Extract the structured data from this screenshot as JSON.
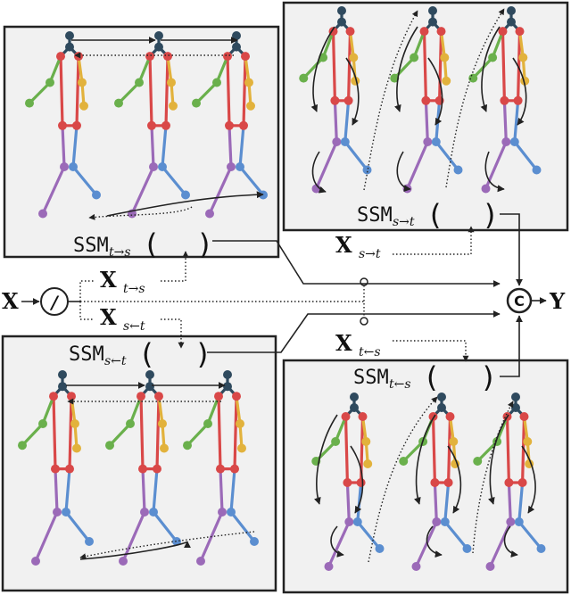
{
  "input": {
    "symbol": "X",
    "operator": "/"
  },
  "output": {
    "symbol": "Y",
    "concat": "C"
  },
  "blocks": {
    "t_to_s": {
      "op": "SSM",
      "sub": "t→s"
    },
    "s_to_t": {
      "op": "SSM",
      "sub": "s→t"
    },
    "s_from_t": {
      "op": "SSM",
      "sub": "s←t"
    },
    "t_from_s": {
      "op": "SSM",
      "sub": "t←s"
    }
  },
  "sequences": {
    "x_t_to_s": {
      "symbol": "X",
      "sub": "t→s"
    },
    "x_s_from_t": {
      "symbol": "X",
      "sub": "s←t"
    },
    "x_s_to_t": {
      "symbol": "X",
      "sub": "s→t"
    },
    "x_t_from_s": {
      "symbol": "X",
      "sub": "t←s"
    }
  },
  "colors": {
    "panel_bg": "#f1f1f1",
    "head": "#2f4a5e",
    "torso": "#d94848",
    "left_arm": "#6ab04c",
    "right_arm": "#e2b23c",
    "left_leg": "#9b6ab8",
    "right_leg": "#5b8ed0"
  }
}
